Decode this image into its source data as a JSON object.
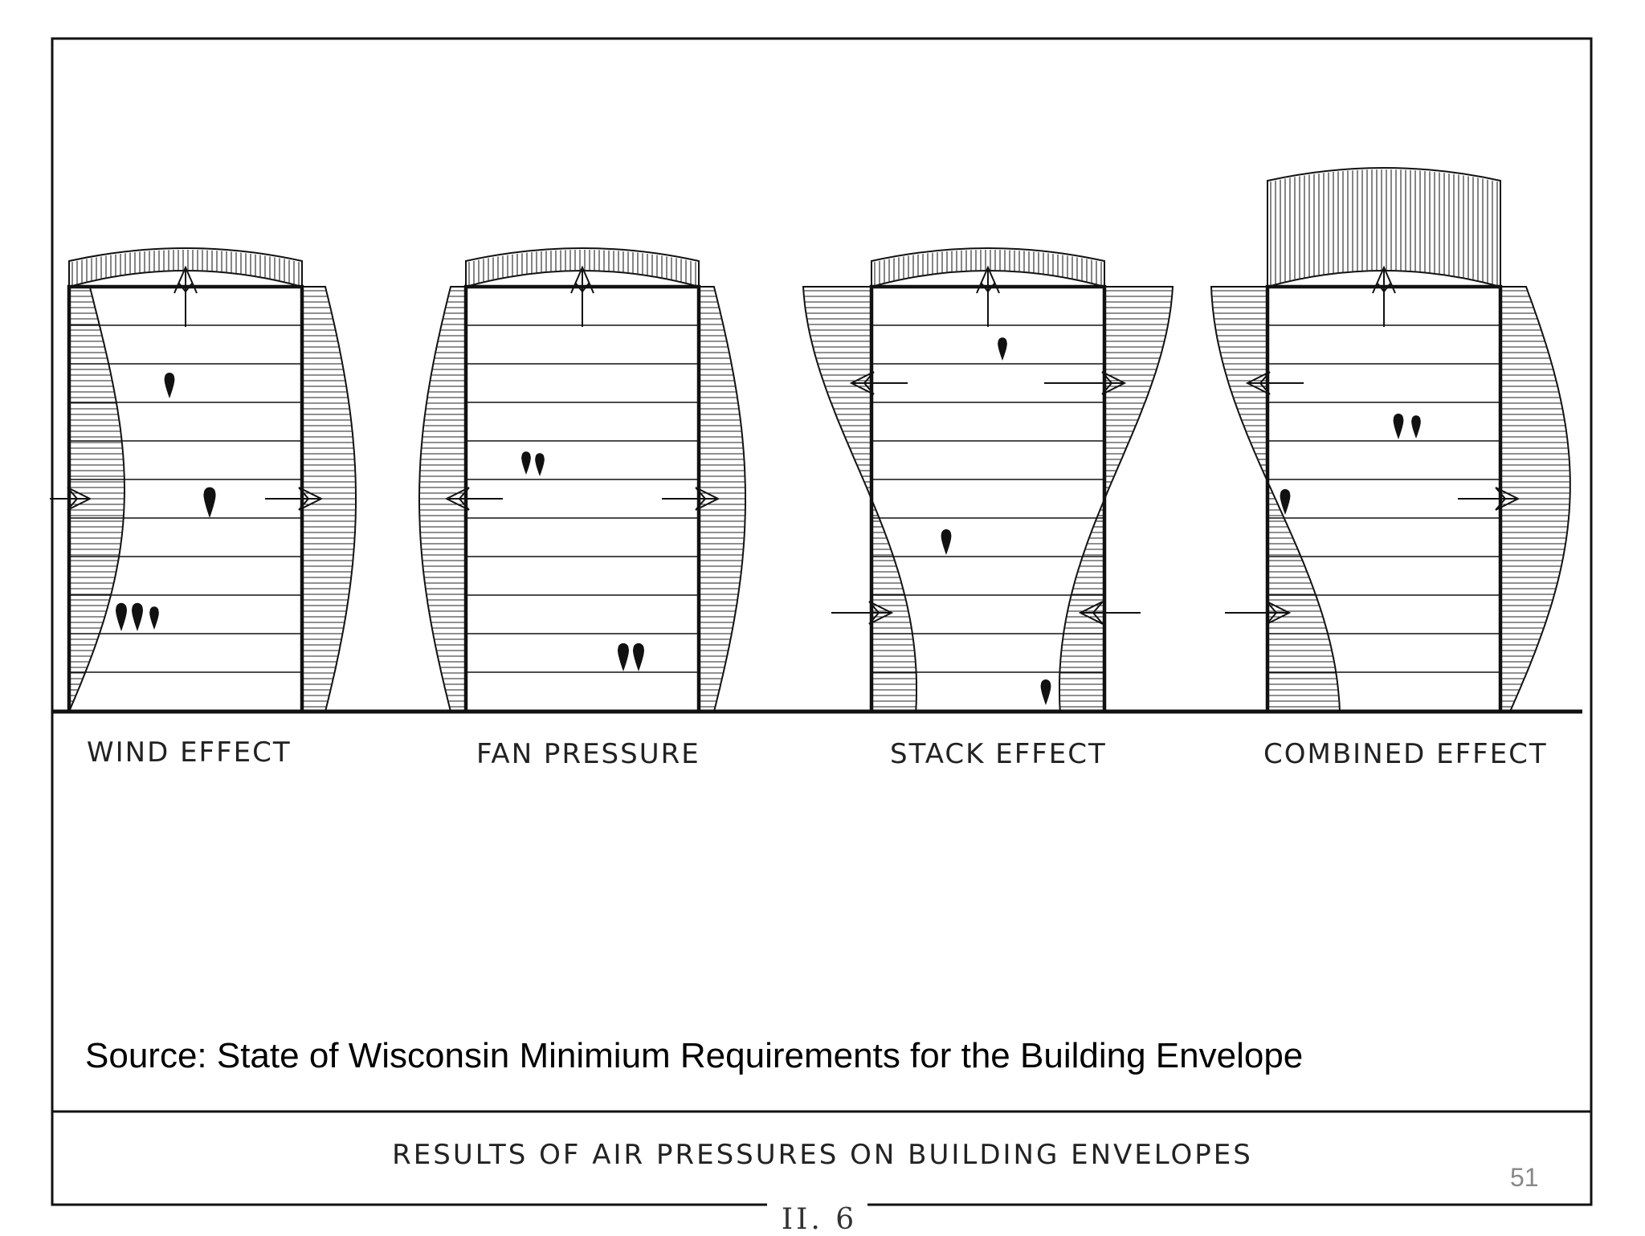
{
  "panels": [
    {
      "label": "WIND EFFECT",
      "icon": "building-wind-effect"
    },
    {
      "label": "FAN PRESSURE",
      "icon": "building-fan-pressure"
    },
    {
      "label": "STACK EFFECT",
      "icon": "building-stack-effect"
    },
    {
      "label": "COMBINED EFFECT",
      "icon": "building-combined-effect"
    }
  ],
  "source_text": "Source: State of Wisconsin Minimium Requirements for the Building Envelope",
  "figure_title": "RESULTS OF AIR PRESSURES ON BUILDING ENVELOPES",
  "page_number": "51",
  "figure_number": "II. 6"
}
